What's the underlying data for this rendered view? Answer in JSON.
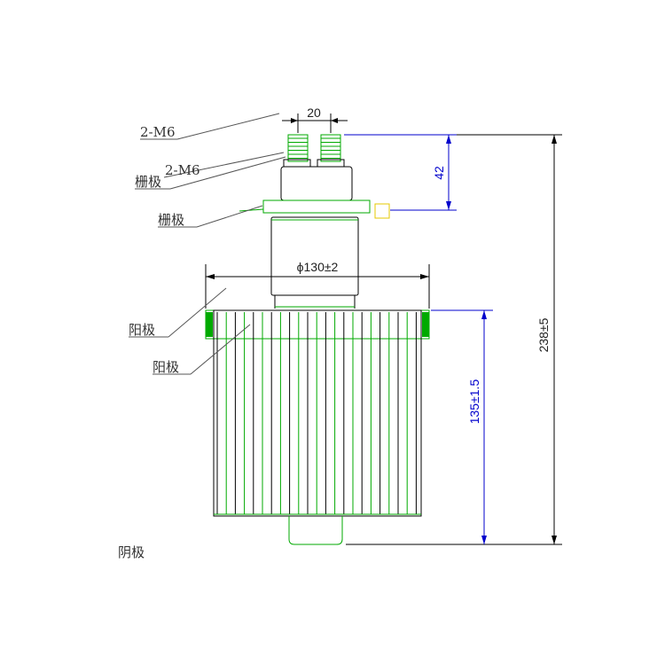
{
  "colors": {
    "outline_green": "#00aa00",
    "outline_black": "#000000",
    "dimension_blue": "#0000cc",
    "marker_yellow": "#e6c800"
  },
  "labels": {
    "terminal_1": "2-M6",
    "terminal_2": "2-M6",
    "grid_1": "栅极",
    "grid_2": "栅极",
    "anode_1": "阳极",
    "anode_2": "阳极",
    "cathode": "阴极"
  },
  "dimensions": {
    "terminal_spacing": "20",
    "top_height": "42",
    "diameter": "ϕ130±2",
    "total_height": "238±5",
    "anode_height": "135±1.5"
  }
}
